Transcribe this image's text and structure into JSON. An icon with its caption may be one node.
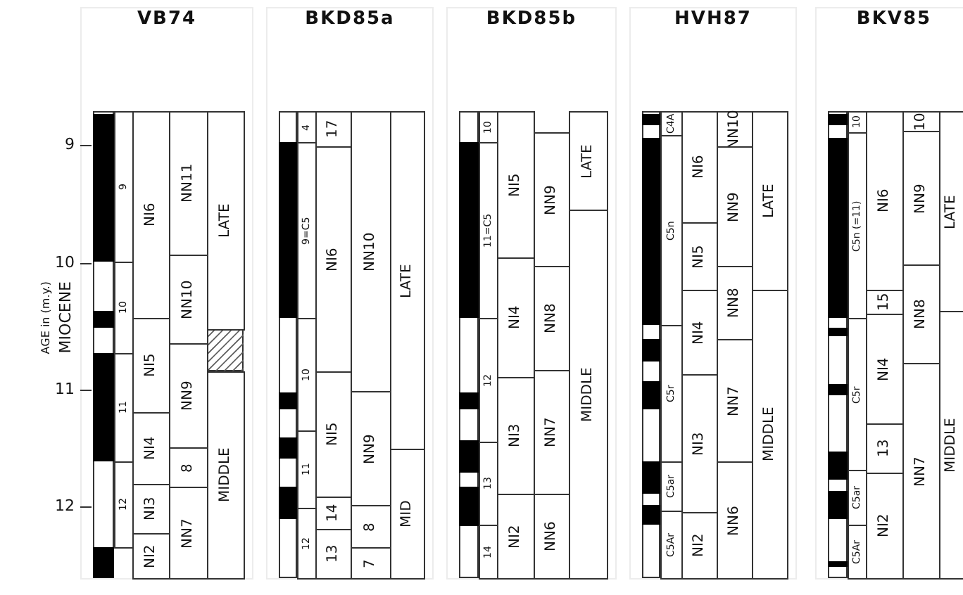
{
  "diagram": {
    "nodes": [
      {
        "text": [
          "VB74"
        ]
      },
      {
        "text": [
          "9"
        ],
        "in": 0
      },
      {
        "text": [
          "10"
        ],
        "in": 0
      },
      {
        "text": [
          "11"
        ],
        "in": 0
      },
      {
        "text": [
          "12"
        ],
        "in": 0
      },
      {
        "text": [
          "NI6"
        ],
        "in": 0
      },
      {
        "text": [
          "NI5"
        ],
        "in": 0
      },
      {
        "text": [
          "NI4"
        ],
        "in": 0
      },
      {
        "text": [
          "NI3"
        ],
        "in": 0
      },
      {
        "text": [
          "NI2"
        ],
        "in": 0
      },
      {
        "text": [
          "NN11"
        ],
        "in": 0
      },
      {
        "text": [
          "NN10"
        ],
        "in": 0
      },
      {
        "text": [
          "NN9"
        ],
        "in": 0
      },
      {
        "text": [
          "8"
        ],
        "in": 0
      },
      {
        "text": [
          "NN7"
        ],
        "in": 0
      },
      {
        "text": [
          "LATE"
        ],
        "in": 0
      },
      {
        "text": [
          "MIDDLE"
        ],
        "in": 0
      },
      {
        "text": [
          "BKD85a"
        ]
      },
      {
        "text": [
          "4"
        ],
        "in": 17
      },
      {
        "text": [
          "9=C5"
        ],
        "in": 17
      },
      {
        "text": [
          "10"
        ],
        "in": 17
      },
      {
        "text": [
          "11"
        ],
        "in": 17
      },
      {
        "text": [
          "12"
        ],
        "in": 17
      },
      {
        "text": [
          "17"
        ],
        "in": 17
      },
      {
        "text": [
          "NI6"
        ],
        "in": 17
      },
      {
        "text": [
          "NI5"
        ],
        "in": 17
      },
      {
        "text": [
          "14"
        ],
        "in": 17
      },
      {
        "text": [
          "13"
        ],
        "in": 17
      },
      {
        "text": [
          "NN10"
        ],
        "in": 17
      },
      {
        "text": [
          "NN9"
        ],
        "in": 17
      },
      {
        "text": [
          "8"
        ],
        "in": 17
      },
      {
        "text": [
          "7"
        ],
        "in": 17
      },
      {
        "text": [
          "LATE"
        ],
        "in": 17
      },
      {
        "text": [
          "MID"
        ],
        "in": 17
      },
      {
        "text": [
          "BKD85b"
        ]
      },
      {
        "text": [
          "10"
        ],
        "in": 34
      },
      {
        "text": [
          "11=C5"
        ],
        "in": 34
      },
      {
        "text": [
          "12"
        ],
        "in": 34
      },
      {
        "text": [
          "13"
        ],
        "in": 34
      },
      {
        "text": [
          "14"
        ],
        "in": 34
      },
      {
        "text": [
          "NI5"
        ],
        "in": 34
      },
      {
        "text": [
          "NI4"
        ],
        "in": 34
      },
      {
        "text": [
          "NI3"
        ],
        "in": 34
      },
      {
        "text": [
          "NI2"
        ],
        "in": 34
      },
      {
        "text": [
          "NN9"
        ],
        "in": 34
      },
      {
        "text": [
          "NN8"
        ],
        "in": 34
      },
      {
        "text": [
          "NN7"
        ],
        "in": 34
      },
      {
        "text": [
          "NN6"
        ],
        "in": 34
      },
      {
        "text": [
          "LATE"
        ],
        "in": 34
      },
      {
        "text": [
          "MIDDLE"
        ],
        "in": 34
      },
      {
        "text": [
          "HVH87"
        ]
      },
      {
        "text": [
          "C4A"
        ],
        "in": 50
      },
      {
        "text": [
          "C5n"
        ],
        "in": 50
      },
      {
        "text": [
          "C5r"
        ],
        "in": 50
      },
      {
        "text": [
          "C5ar"
        ],
        "in": 50
      },
      {
        "text": [
          "C5Ar"
        ],
        "in": 50
      },
      {
        "text": [
          "NI6"
        ],
        "in": 50
      },
      {
        "text": [
          "NI5"
        ],
        "in": 50
      },
      {
        "text": [
          "NI4"
        ],
        "in": 50
      },
      {
        "text": [
          "NI3"
        ],
        "in": 50
      },
      {
        "text": [
          "NI2"
        ],
        "in": 50
      },
      {
        "text": [
          "NN10"
        ],
        "in": 50
      },
      {
        "text": [
          "NN9"
        ],
        "in": 50
      },
      {
        "text": [
          "NN8"
        ],
        "in": 50
      },
      {
        "text": [
          "NN7"
        ],
        "in": 50
      },
      {
        "text": [
          "NN6"
        ],
        "in": 50
      },
      {
        "text": [
          "LATE"
        ],
        "in": 50
      },
      {
        "text": [
          "MIDDLE"
        ],
        "in": 50
      },
      {
        "text": [
          "BKV85"
        ]
      },
      {
        "text": [
          "10"
        ],
        "in": 68
      },
      {
        "text": [
          "C5n (=11)"
        ],
        "in": 68
      },
      {
        "text": [
          "C5r"
        ],
        "in": 68
      },
      {
        "text": [
          "C5ar"
        ],
        "in": 68
      },
      {
        "text": [
          "C5Ar"
        ],
        "in": 68
      },
      {
        "text": [
          "NI6"
        ],
        "in": 68
      },
      {
        "text": [
          "15"
        ],
        "in": 68
      },
      {
        "text": [
          "NI4"
        ],
        "in": 68
      },
      {
        "text": [
          "13"
        ],
        "in": 68
      },
      {
        "text": [
          "NI2"
        ],
        "in": 68
      },
      {
        "text": [
          "10"
        ],
        "in": 68
      },
      {
        "text": [
          "NN9"
        ],
        "in": 68
      },
      {
        "text": [
          "NN8"
        ],
        "in": 68
      },
      {
        "text": [
          "NN7"
        ],
        "in": 68
      },
      {
        "text": [
          "LATE"
        ],
        "in": 68
      },
      {
        "text": [
          "MIDDLE"
        ],
        "in": 68
      }
    ],
    "labels": [
      "AGE in (m.y.)",
      "MIOCENE",
      "9",
      "10",
      "11",
      "12"
    ]
  }
}
